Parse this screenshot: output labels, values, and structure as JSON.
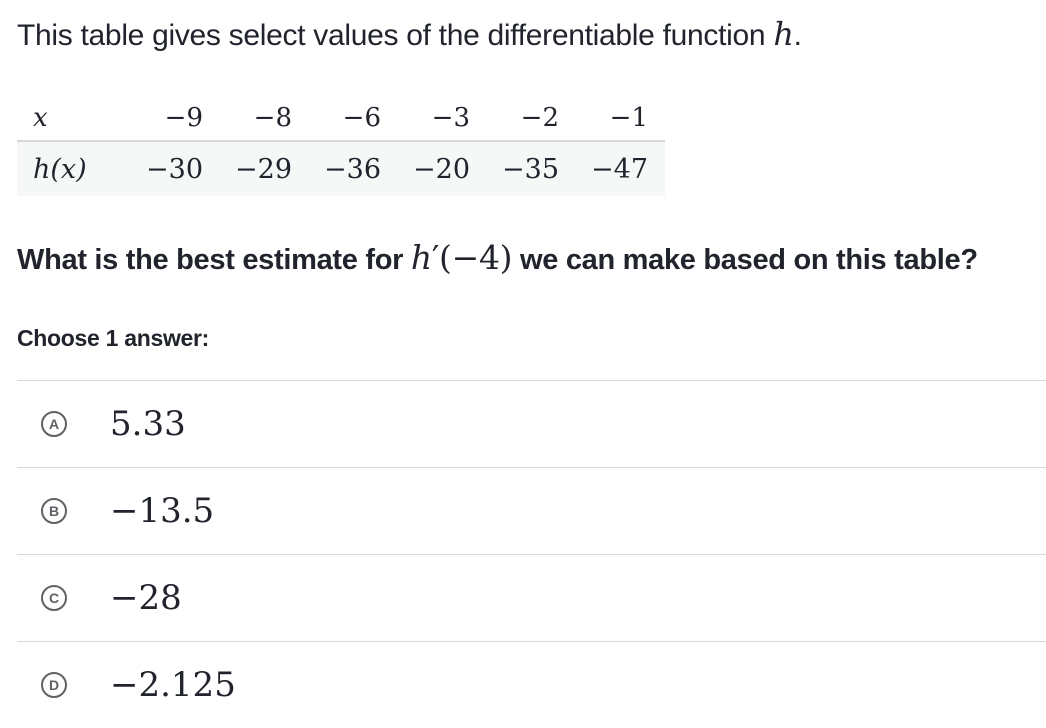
{
  "intro": {
    "text": "This table gives select values of the differentiable function ",
    "var": "h",
    "end": "."
  },
  "table": {
    "header_label": "x",
    "row_label": "h(x)",
    "x_values": [
      "−9",
      "−8",
      "−6",
      "−3",
      "−2",
      "−1"
    ],
    "h_values": [
      "−30",
      "−29",
      "−36",
      "−20",
      "−35",
      "−47"
    ]
  },
  "question": {
    "before": "What is the best estimate for ",
    "func": "h",
    "prime_arg": "′(−4)",
    "after": " we can make based on this table?"
  },
  "prompt": "Choose 1 answer:",
  "choices": [
    {
      "letter": "A",
      "value": "5.33"
    },
    {
      "letter": "B",
      "value": "−13.5"
    },
    {
      "letter": "C",
      "value": "−28"
    },
    {
      "letter": "D",
      "value": "−2.125"
    }
  ]
}
